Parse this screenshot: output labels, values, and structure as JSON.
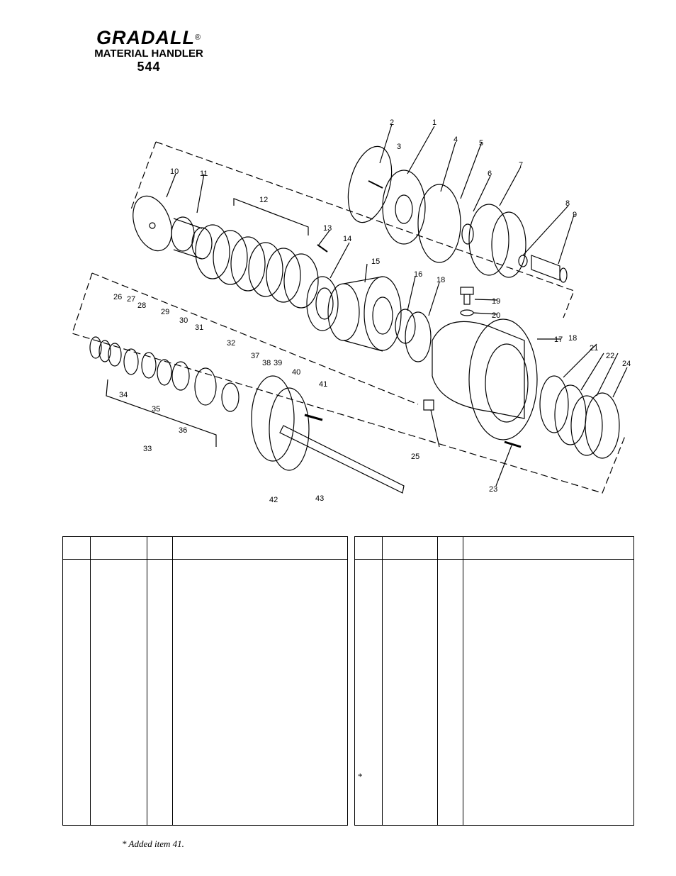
{
  "header": {
    "brand": "GRADALL",
    "registered": "®",
    "subtitle": "MATERIAL HANDLER",
    "model": "544"
  },
  "diagram": {
    "callouts": [
      "1",
      "2",
      "3",
      "4",
      "5",
      "6",
      "7",
      "8",
      "9",
      "10",
      "11",
      "12",
      "13",
      "14",
      "15",
      "16",
      "17",
      "18",
      "18",
      "19",
      "20",
      "21",
      "22",
      "23",
      "24",
      "25",
      "26",
      "27",
      "28",
      "29",
      "30",
      "31",
      "32",
      "33",
      "34",
      "35",
      "36",
      "37",
      "38",
      "39",
      "40",
      "41",
      "42",
      "43"
    ]
  },
  "table_right": {
    "asterisk": "*"
  },
  "footnote": {
    "text": "*  Added item 41."
  }
}
